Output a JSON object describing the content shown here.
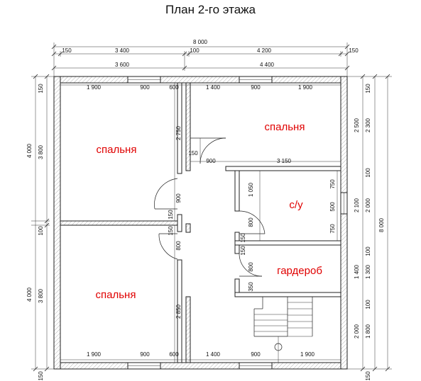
{
  "title": "План 2-го этажа",
  "rooms": {
    "bedroom_top_left": "спальня",
    "bedroom_top_right": "спальня",
    "bedroom_bottom_left": "спальня",
    "bathroom": "с/у",
    "wardrobe": "гардероб"
  },
  "dims": {
    "top_total": "8 000",
    "top_150_left": "150",
    "top_3400": "3 400",
    "top_100": "100",
    "top_4200": "4 200",
    "top_150_right": "150",
    "top_3600": "3 600",
    "top_4400": "4 400",
    "in_top_1900_a": "1 900",
    "in_top_900_a": "900",
    "in_top_600": "600",
    "in_top_1400": "1 400",
    "in_top_900_b": "900",
    "in_top_1900_b": "1 900",
    "in_bot_1900_a": "1 900",
    "in_bot_900_a": "900",
    "in_bot_600": "600",
    "in_bot_1400": "1 400",
    "in_bot_900_b": "900",
    "in_bot_1900_b": "1 900",
    "left_150_top": "150",
    "left_4000_top": "4 000",
    "left_3800_top": "3 800",
    "left_100": "100",
    "left_4000_bot": "4 000",
    "left_3800_bot": "3 800",
    "left_150_bot": "150",
    "right_150_top": "150",
    "right_2500": "2 500",
    "right_2300": "2 300",
    "right_100_a": "100",
    "right_2100": "2 100",
    "right_2000_a": "2 000",
    "right_100_b": "100",
    "right_1400": "1 400",
    "right_1300": "1 300",
    "right_100_c": "100",
    "right_2000_b": "2 000",
    "right_1800": "1 800",
    "right_150_bot": "150",
    "right_total": "8 000",
    "int_2750": "2 750",
    "int_150_corr": "150",
    "int_900_corr": "900",
    "int_3150": "3 150",
    "int_900_door": "900",
    "int_150_left_a": "150",
    "int_150_left_b": "150",
    "int_800_left": "800",
    "int_2850": "2 850",
    "int_1050": "1 050",
    "int_800_bath": "800",
    "int_150_bath": "150",
    "int_150_ward": "150",
    "int_800_ward": "800",
    "int_350": "350",
    "bath_750_a": "750",
    "bath_500": "500",
    "bath_750_b": "750"
  }
}
